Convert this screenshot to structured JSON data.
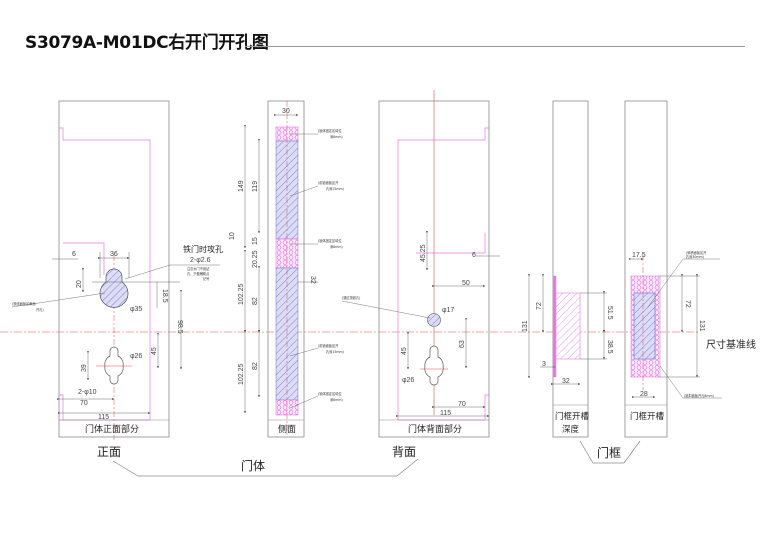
{
  "title": "S3079A-M01DC右开门开孔图",
  "colors": {
    "outline": "#8a8a8a",
    "magenta": "#e879e8",
    "centerline": "#e84a4a",
    "hatch_blue": "#6a6ad8",
    "hatch_fill": "#dcdcf4",
    "dim": "#444444"
  },
  "views": {
    "front": {
      "caption": "门体正面部分",
      "dims": {
        "d6": "6",
        "d36": "36",
        "d20": "20",
        "d18_5": "18.5",
        "d98_5": "98.5",
        "d45": "45",
        "d39": "39",
        "d70": "70",
        "d115": "115",
        "phi35": "φ35",
        "phi26": "φ26",
        "holes10": "2-φ10"
      },
      "callout_iron": {
        "title": "铁门时攻孔",
        "spec": "2-φ2.6",
        "note1": "注意木门不用钻",
        "note2": "孔，只做辅助点",
        "note3": "记号"
      },
      "callout_left": {
        "line1": "(铁线面板区串面",
        "line2": "开孔)"
      }
    },
    "side": {
      "caption": "侧面",
      "dims": {
        "d30": "30",
        "d149": "149",
        "d119": "119",
        "d10": "10",
        "d15": "15",
        "d20_25": "20.25",
        "d102_25a": "102.25",
        "d82a": "82",
        "d32": "32",
        "d82b": "82",
        "d102_25b": "102.25"
      },
      "notes": [
        {
          "line1": "(锁体固定区域位",
          "line2": "深8mm)"
        },
        {
          "line1": "(前锁面板区开",
          "line2": "孔深15mm)"
        },
        {
          "line1": "(锁体固定区域位",
          "line2": "深8mm)"
        },
        {
          "line1": "(前锁面板区开",
          "line2": "孔深15mm)"
        },
        {
          "line1": "(锁体固定区域位",
          "line2": "深8mm)"
        }
      ]
    },
    "back": {
      "caption": "门体背面部分",
      "dims": {
        "d45_25": "45.25",
        "d6": "6",
        "d50": "50",
        "phi17": "φ17",
        "d63": "63",
        "d45": "45",
        "phi26": "φ26",
        "d70": "70",
        "d115": "115"
      },
      "callout": "(通过排线孔)"
    },
    "frame_depth": {
      "caption_line1": "门框开槽",
      "caption_line2": "深度",
      "dims": {
        "d131": "131",
        "d72": "72",
        "d51_5": "51.5",
        "d38_5": "38.5",
        "d3": "3",
        "d32": "32"
      }
    },
    "frame_slot": {
      "caption": "门框开槽",
      "dims": {
        "d17_5": "17.5",
        "d72": "72",
        "d131": "131",
        "d28": "28"
      },
      "note_top": {
        "line1": "(斜槽面板区开",
        "line2": "孔深30mm)"
      },
      "note_bottom": "(锁扣面板开孔8mm)"
    }
  },
  "labels": {
    "front": "正面",
    "back": "背面",
    "door_body": "门体",
    "door_frame": "门框",
    "datum": "尺寸基准线"
  }
}
